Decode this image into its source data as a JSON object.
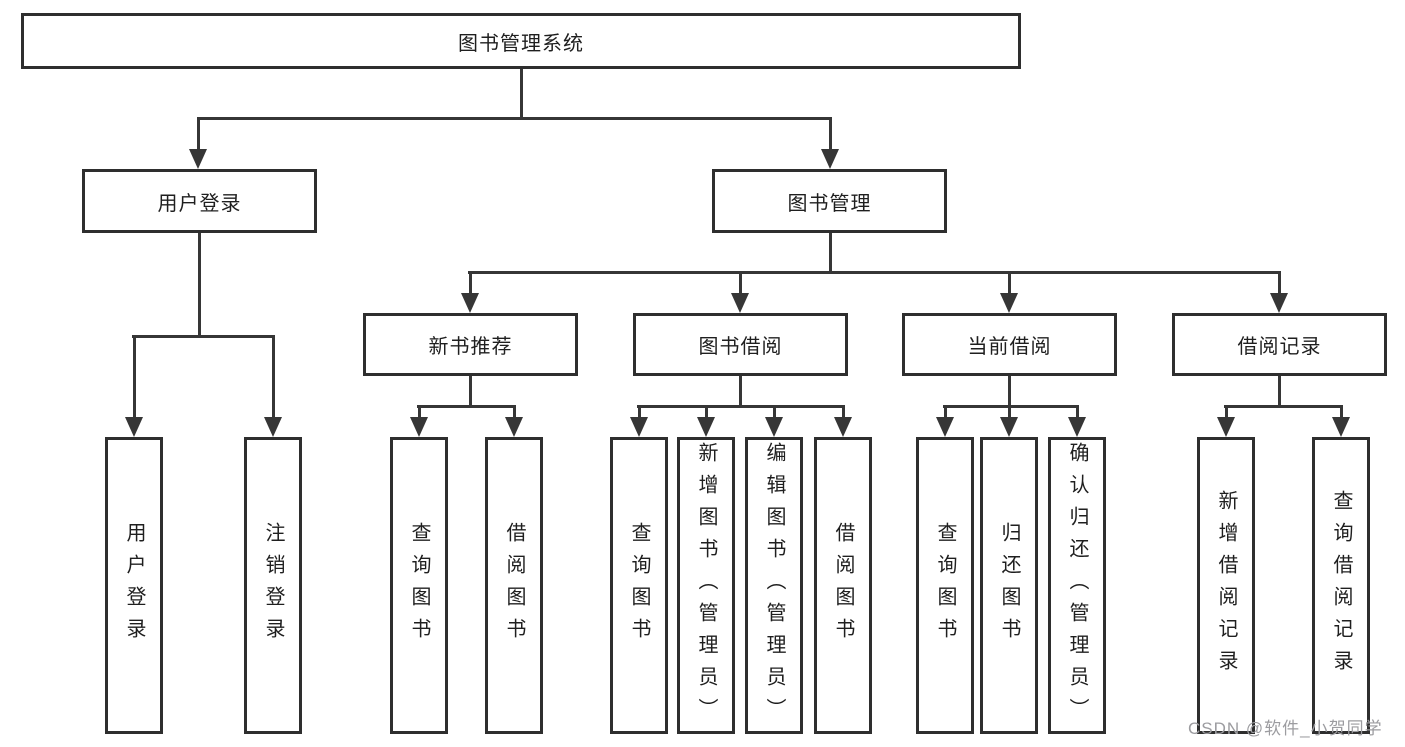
{
  "diagram": {
    "root": {
      "label": "图书管理系统"
    },
    "level1": [
      {
        "label": "用户登录"
      },
      {
        "label": "图书管理"
      }
    ],
    "level2": [
      {
        "label": "新书推荐"
      },
      {
        "label": "图书借阅"
      },
      {
        "label": "当前借阅"
      },
      {
        "label": "借阅记录"
      }
    ],
    "leaves": {
      "login": [
        {
          "label": "用户登录"
        },
        {
          "label": "注销登录"
        }
      ],
      "newbook": [
        {
          "label": "查询图书"
        },
        {
          "label": "借阅图书"
        }
      ],
      "borrow": [
        {
          "label": "查询图书"
        },
        {
          "label": "新增图书（管理员）"
        },
        {
          "label": "编辑图书（管理员）"
        },
        {
          "label": "借阅图书"
        }
      ],
      "current": [
        {
          "label": "查询图书"
        },
        {
          "label": "归还图书"
        },
        {
          "label": "确认归还（管理员）"
        }
      ],
      "records": [
        {
          "label": "新增借阅记录"
        },
        {
          "label": "查询借阅记录"
        }
      ]
    },
    "watermark": "CSDN @软件_小贺同学",
    "colors": {
      "line": "#363636",
      "border": "#2e2e2e",
      "text": "#1f1f1f",
      "watermark": "#9c9ca0",
      "background": "#ffffff"
    }
  }
}
